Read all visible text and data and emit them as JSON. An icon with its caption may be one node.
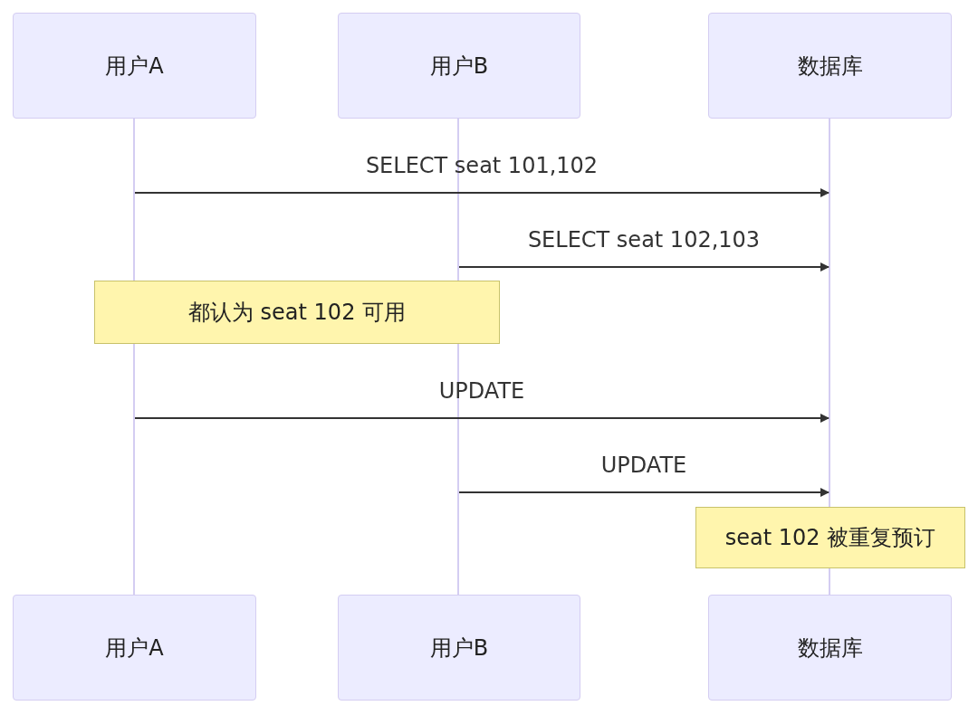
{
  "diagram": {
    "nodes": [
      {
        "text": [
          "用户A"
        ]
      },
      {
        "text": [
          "用户B"
        ]
      },
      {
        "text": [
          "数据库"
        ]
      },
      {
        "text": [],
        "shape": "bar"
      },
      {
        "text": [],
        "shape": "bar"
      },
      {
        "text": [],
        "shape": "bar"
      },
      {
        "text": [
          "都认为 seat 102 可用"
        ]
      },
      {
        "text": [
          "seat 102 被重复预订"
        ]
      },
      {
        "text": [
          "用户A"
        ]
      },
      {
        "text": [
          "用户B"
        ]
      },
      {
        "text": [
          "数据库"
        ]
      }
    ],
    "edges": [
      {
        "from": 3,
        "to": 5,
        "arrow": "to",
        "label": "SELECT seat 101,102"
      },
      {
        "from": 4,
        "to": 5,
        "arrow": "to",
        "label": "SELECT seat 102,103"
      },
      {
        "from": 3,
        "to": 5,
        "arrow": "to",
        "label": "UPDATE"
      },
      {
        "from": 4,
        "to": 5,
        "arrow": "to",
        "label": "UPDATE"
      }
    ]
  }
}
